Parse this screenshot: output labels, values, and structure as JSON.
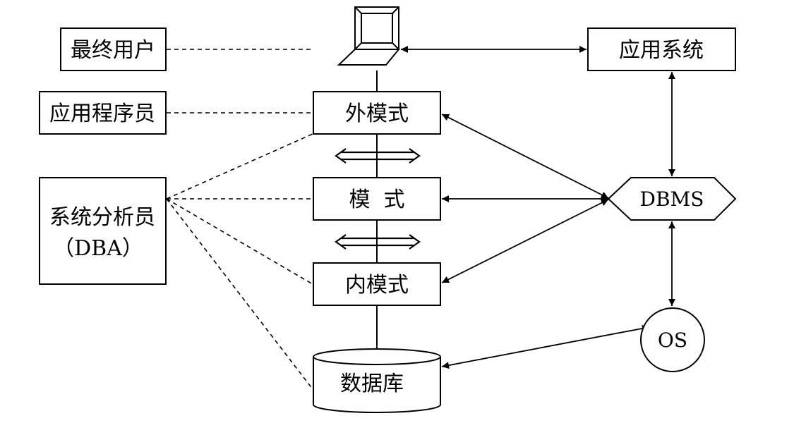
{
  "roles": {
    "end_user": "最终用户",
    "app_programmer": "应用程序员",
    "analyst_line1": "系统分析员",
    "analyst_line2": "（DBA）"
  },
  "schemas": {
    "external": "外模式",
    "conceptual": "模  式",
    "internal": "内模式"
  },
  "database": "数据库",
  "app_system": "应用系统",
  "dbms": "DBMS",
  "os": "OS"
}
